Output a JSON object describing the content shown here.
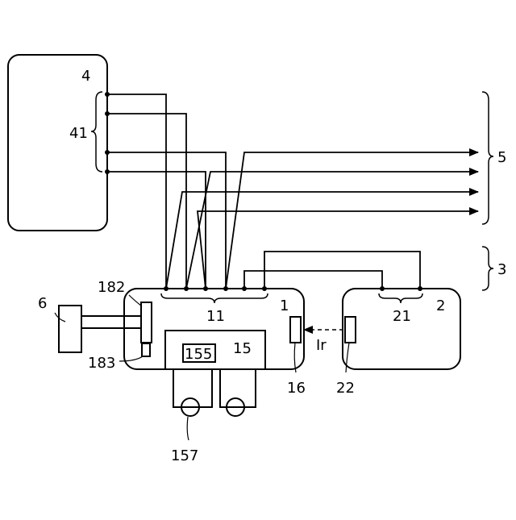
{
  "labels": {
    "block_4": "4",
    "group_41": "41",
    "group_5": "5",
    "group_3": "3",
    "unit_1": "1",
    "unit_2": "2",
    "terminals_11": "11",
    "terminals_21": "21",
    "part_182": "182",
    "part_183": "183",
    "block_6": "6",
    "module_15": "15",
    "chip_155": "155",
    "sensor_16": "16",
    "sensor_22": "22",
    "signal_ir": "Ir",
    "part_157": "157"
  }
}
